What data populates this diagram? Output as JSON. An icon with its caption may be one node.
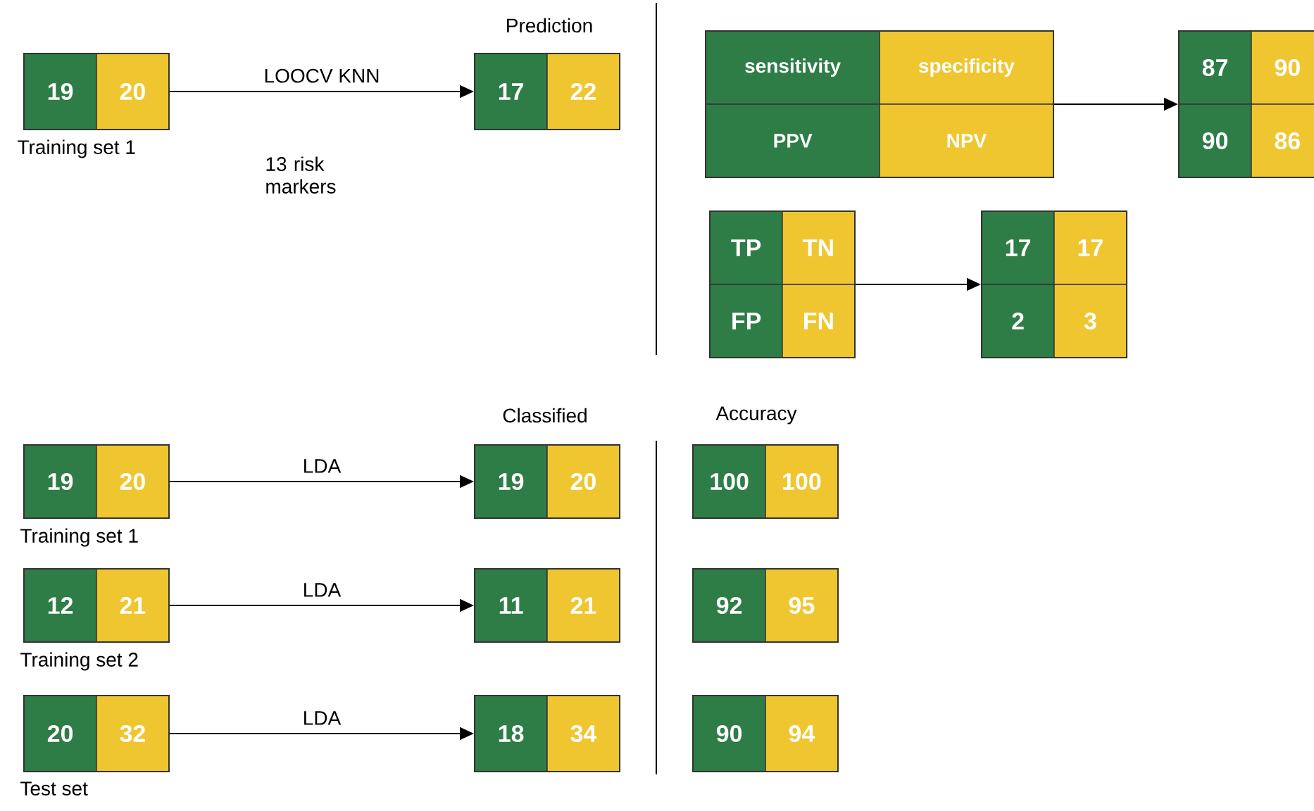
{
  "diagram": {
    "nodes": [
      {
        "text": [
          "19",
          "20"
        ],
        "beside": [
          "Training set 1"
        ]
      },
      {
        "text": [
          "17",
          "22"
        ]
      },
      {
        "text": [
          "sensitivity",
          "specificity",
          "PPV",
          "NPV"
        ]
      },
      {
        "text": [
          "87",
          "90",
          "90",
          "86"
        ]
      },
      {
        "text": [
          "TP",
          "TN",
          "FP",
          "FN"
        ]
      },
      {
        "text": [
          "17",
          "17",
          "2",
          "3"
        ]
      },
      {
        "text": [
          "19",
          "20"
        ],
        "beside": [
          "Training set 1"
        ]
      },
      {
        "text": [
          "19",
          "20"
        ]
      },
      {
        "text": [
          "100",
          "100"
        ]
      },
      {
        "text": [
          "12",
          "21"
        ],
        "beside": [
          "Training set 2"
        ]
      },
      {
        "text": [
          "11",
          "21"
        ]
      },
      {
        "text": [
          "92",
          "95"
        ]
      },
      {
        "text": [
          "20",
          "32"
        ],
        "beside": [
          "Test set"
        ]
      },
      {
        "text": [
          "18",
          "34"
        ]
      },
      {
        "text": [
          "90",
          "94"
        ]
      }
    ],
    "edges": [
      {
        "from": 0,
        "to": 1,
        "arrow": "to",
        "label": "LOOCV KNN"
      },
      {
        "from": 2,
        "to": 3,
        "arrow": "to"
      },
      {
        "from": 4,
        "to": 5,
        "arrow": "to"
      },
      {
        "from": 6,
        "to": 7,
        "arrow": "to",
        "label": "LDA"
      },
      {
        "from": 9,
        "to": 10,
        "arrow": "to",
        "label": "LDA"
      },
      {
        "from": 12,
        "to": 13,
        "arrow": "to",
        "label": "LDA"
      }
    ],
    "labels": [
      "Prediction",
      "13 risk markers",
      "Classified",
      "Accuracy"
    ]
  }
}
